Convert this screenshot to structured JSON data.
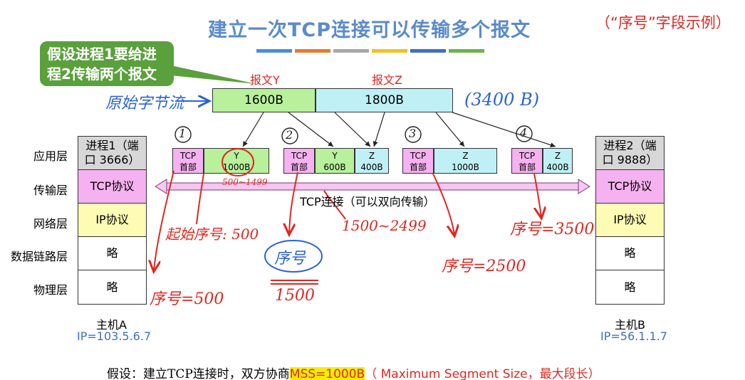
{
  "title": "建立一次TCP连接可以传输多个报文",
  "corner_note": "（“序号”字段示例）",
  "color_bar": [
    "#4a8fd6",
    "#e87b2e",
    "#a7a7a7",
    "#f0c21b",
    "#3e6fc6",
    "#6bb34a"
  ],
  "callout": {
    "line1": "假设进程1要给进",
    "line2": "程2传输两个报文"
  },
  "messages": {
    "y_label": "报文Y",
    "z_label": "报文Z",
    "y_size": "1600B",
    "z_size": "1800B"
  },
  "layers": [
    "应用层",
    "传输层",
    "网络层",
    "数据链路层",
    "物理层"
  ],
  "host_a": {
    "app": "进程1（端口 3666）",
    "tcp": "TCP协议",
    "ip": "IP协议",
    "link": "略",
    "phys": "略",
    "name": "主机A",
    "ip_addr": "IP=103.5.6.7"
  },
  "host_b": {
    "app": "进程2（端口 9888）",
    "tcp": "TCP协议",
    "ip": "IP协议",
    "link": "略",
    "phys": "略",
    "name": "主机B",
    "ip_addr": "IP=56.1.1.7"
  },
  "segments": {
    "tcp_top": "TCP",
    "tcp_bottom": "首部",
    "s1_name": "Y",
    "s1_size": "1000B",
    "s2_name1": "Y",
    "s2_size1": "600B",
    "s2_name2": "Z",
    "s2_size2": "400B",
    "s3_name": "Z",
    "s3_size": "1000B",
    "s4_name": "Z",
    "s4_size": "400B"
  },
  "connection_label": "TCP连接（可以双向传输）",
  "assumption": {
    "prefix": "假设：建立TCP连接时，双方协商",
    "mss": "MSS=1000B",
    "full": "（ Maximum Segment Size，最大段长）"
  },
  "handwriting": {
    "raw_stream": "原始字节流",
    "total": "(3400 B)",
    "n1": "1",
    "n2": "2",
    "n3": "3",
    "n4": "4",
    "range1": "500~1499",
    "start": "起始序号: 500",
    "seq_word": "序号",
    "seq_val": "1500",
    "range2": "1500~2499",
    "seq1": "序号=500",
    "seq3": "序号=2500",
    "seq4": "序号=3500"
  }
}
